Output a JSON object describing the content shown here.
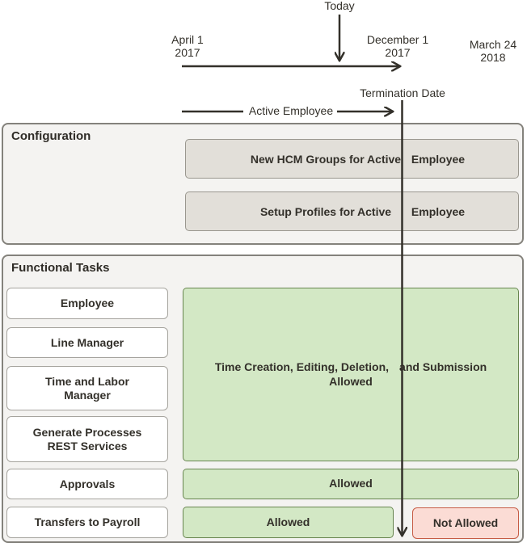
{
  "timeline": {
    "today_label": "Today",
    "dates": [
      {
        "line1": "April 1",
        "line2": "2017"
      },
      {
        "line1": "December 1",
        "line2": "2017"
      },
      {
        "line1": "March 24",
        "line2": "2018"
      }
    ],
    "active_employee_label": "Active Employee",
    "termination_label": "Termination Date"
  },
  "configuration": {
    "title": "Configuration",
    "boxes": [
      {
        "left": "New HCM Groups for Active",
        "right": "Employee"
      },
      {
        "left": "Setup Profiles for Active",
        "right": "Employee"
      }
    ]
  },
  "functional": {
    "title": "Functional Tasks",
    "roles": [
      {
        "lines": [
          "Employee"
        ]
      },
      {
        "lines": [
          "Line Manager"
        ]
      },
      {
        "lines": [
          "Time and Labor",
          "Manager"
        ]
      },
      {
        "lines": [
          "Generate Processes",
          "REST Services"
        ]
      },
      {
        "lines": [
          "Approvals"
        ]
      },
      {
        "lines": [
          "Transfers to Payroll"
        ]
      }
    ],
    "time_box": {
      "line1_left": "Time Creation, Editing, Deletion,",
      "line1_right": "and Submission",
      "line2": "Allowed"
    },
    "approvals_status": "Allowed",
    "transfers_allowed_status": "Allowed",
    "transfers_not_allowed_status": "Not Allowed"
  },
  "colors": {
    "line": "#33302a",
    "panel_bg": "#f4f3f1",
    "panel_border": "#84827c",
    "config_box_bg": "#e2dfd9",
    "allowed_bg": "#d3e8c5",
    "allowed_border": "#67854f",
    "not_allowed_bg": "#fbdcd5",
    "not_allowed_border": "#c65c45"
  }
}
